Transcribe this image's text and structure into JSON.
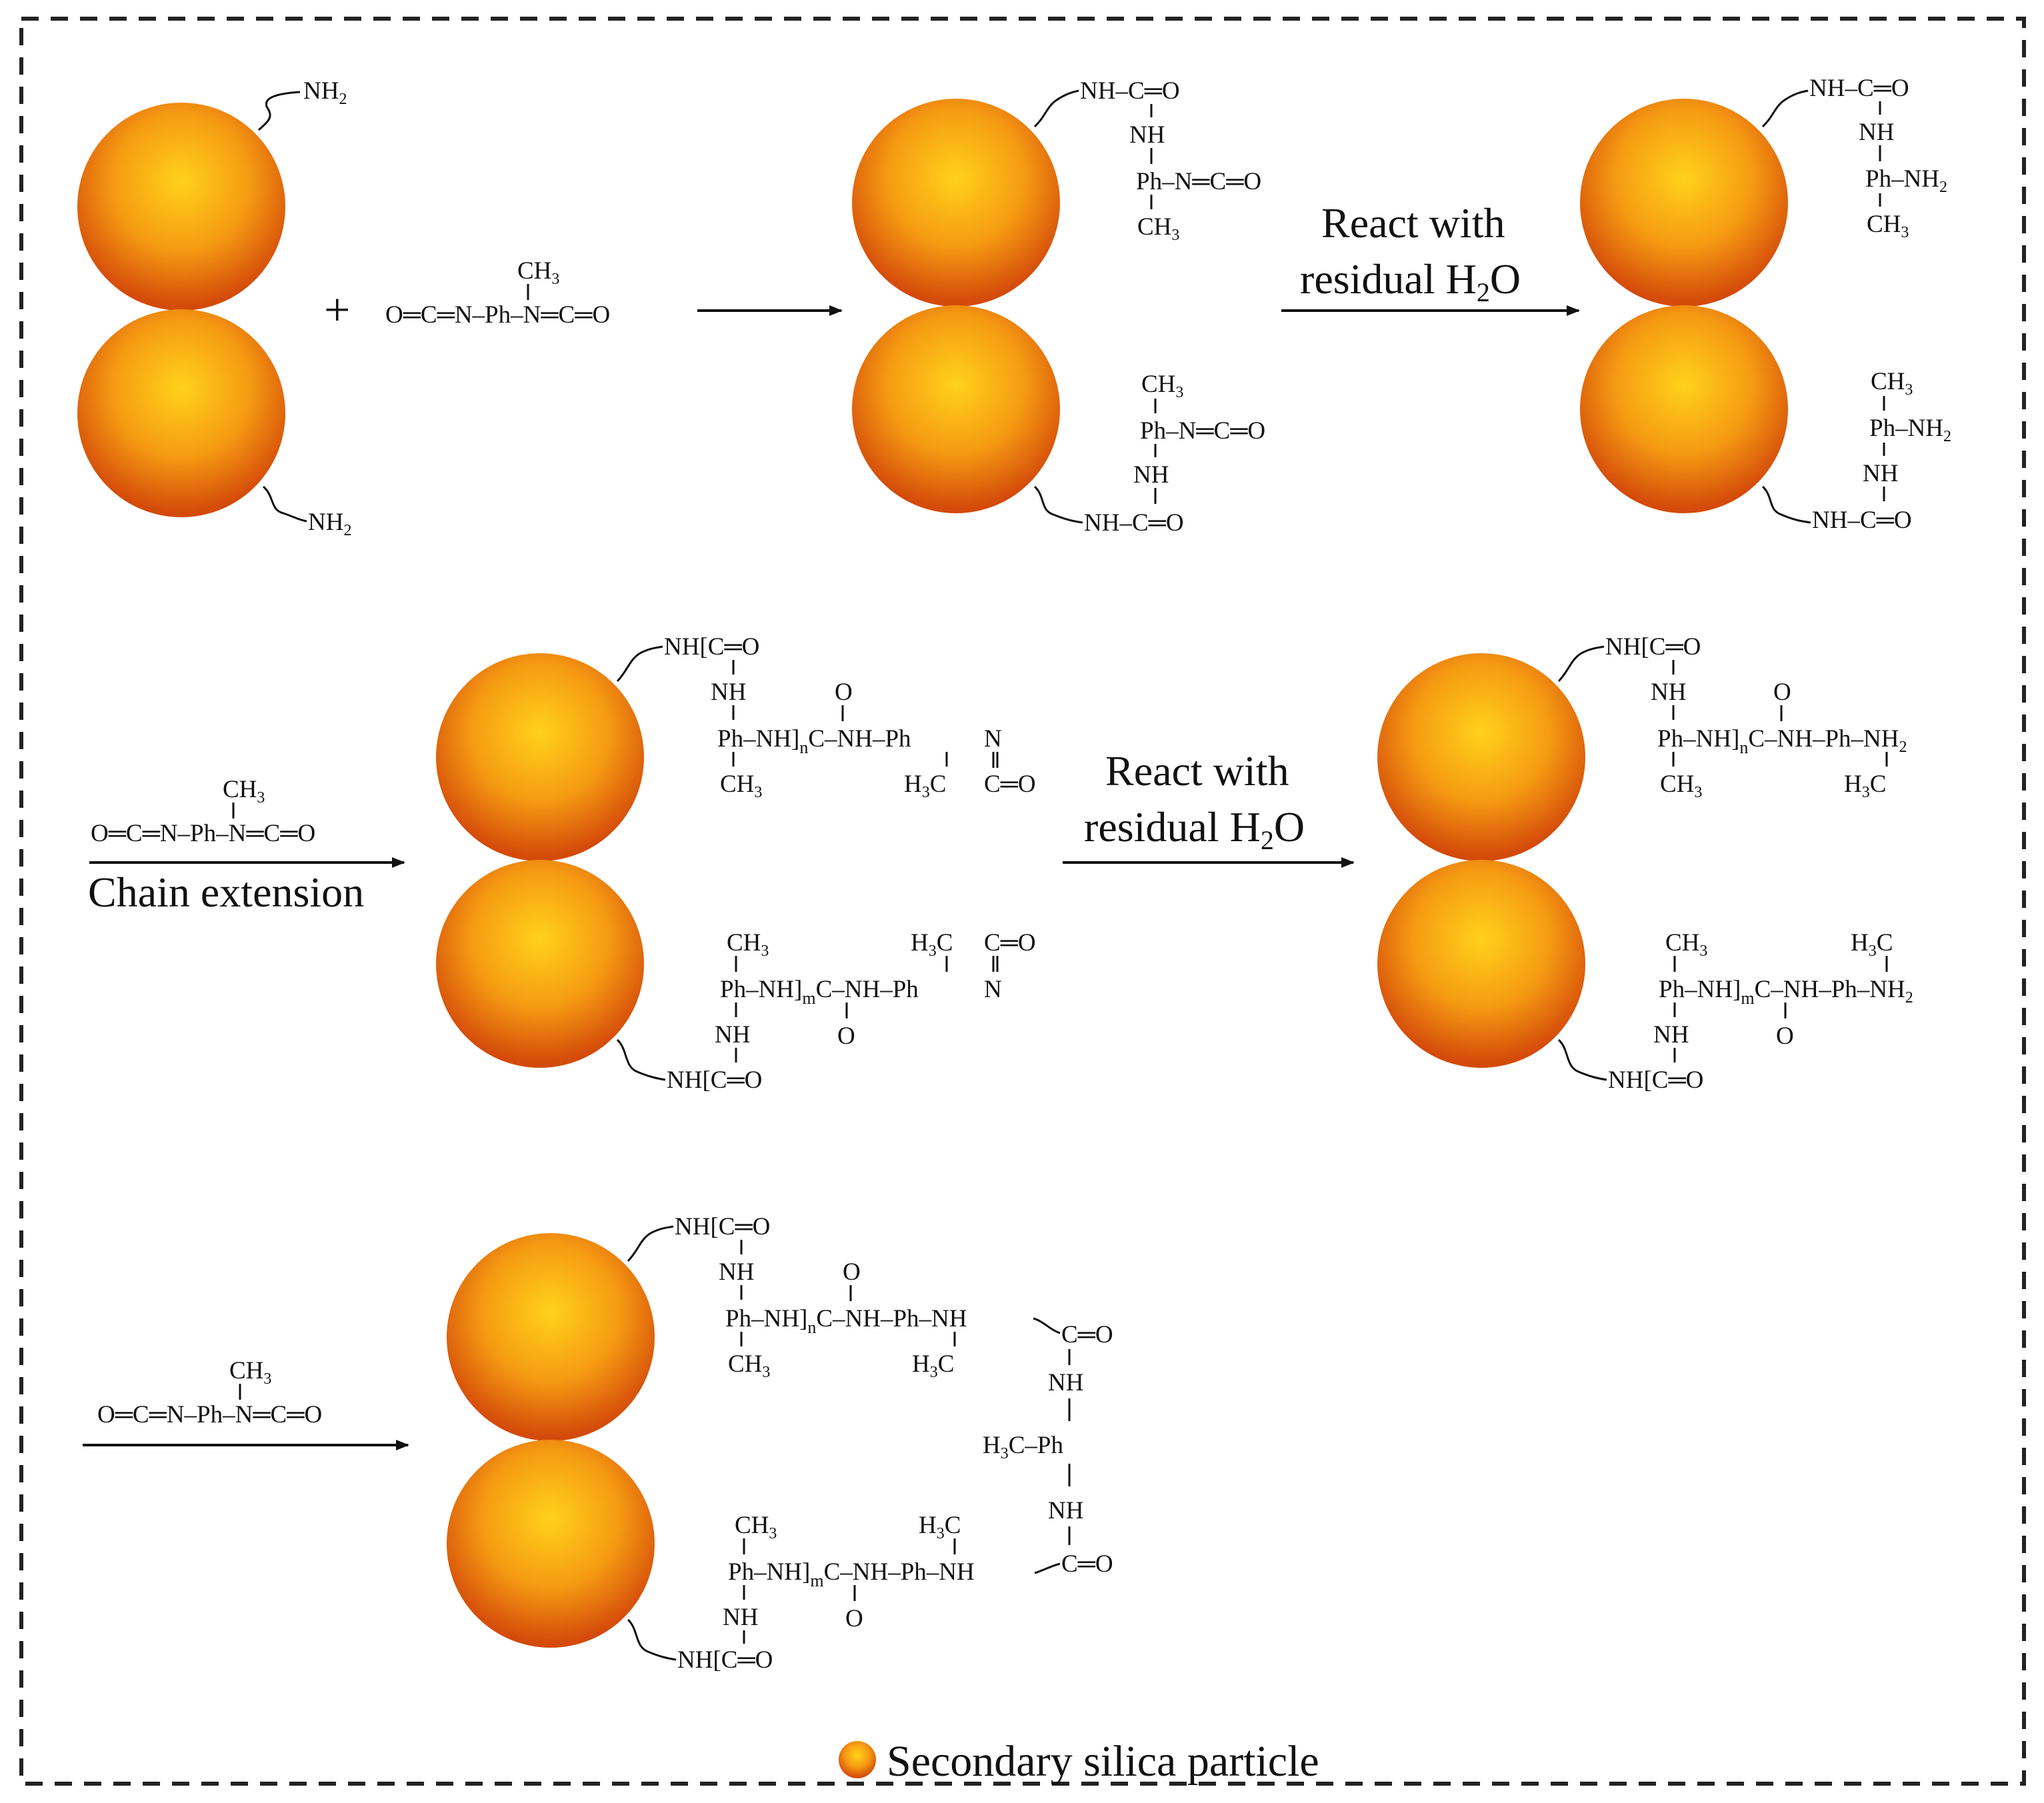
{
  "colors": {
    "particle_center": "#ffd21a",
    "particle_edge": "#d44a0a",
    "line": "#111111",
    "border": "#222222"
  },
  "legend": {
    "text": "Secondary silica particle"
  },
  "arrows": {
    "react_line1": "React with",
    "react_line2_prefix": "residual H",
    "react_line2_sub": "2",
    "react_line2_suffix": "O",
    "chain_extension": "Chain extension"
  },
  "tdi": {
    "ch3_prefix": "CH",
    "ch3_sub": "3",
    "formula": "O═C═N–Ph–N═C═O"
  },
  "stage1": {
    "nh2_prefix": "NH",
    "nh2_sub": "2",
    "plus": "+"
  },
  "stage2": {
    "nh_c_o": "NH–C═O",
    "nh": "NH",
    "ph_nco": "Ph–N═C═O",
    "ch3_prefix": "CH",
    "ch3_sub": "3"
  },
  "stage3": {
    "nh_c_o": "NH–C═O",
    "nh": "NH",
    "ph_nh2_prefix": "Ph–NH",
    "nh2_sub": "2",
    "ch3_prefix": "CH",
    "ch3_sub": "3"
  },
  "stage4": {
    "nh_c_o": "NH[C═O",
    "nh": "NH",
    "o": "O",
    "ph_nh_n": "Ph–NH]",
    "n_sub": "n",
    "m_sub": "m",
    "c_nh_ph": "C–NH–Ph",
    "n_atom": "N",
    "c_o": "C═O",
    "ch3_prefix": "CH",
    "ch3_sub": "3",
    "h3c_prefix": "H",
    "h3c_sub": "3",
    "h3c_suffix": "C",
    "nh2_prefix": "NH",
    "nh2_sub": "2"
  },
  "stage6": {
    "nh_c_o": "NH[C═O",
    "nh": "NH",
    "o": "O",
    "ph_nh": "Ph–NH]",
    "c_nh_ph_nh": "C–NH–Ph–NH",
    "c_o": "C═O",
    "h3c_ph": "C–Ph",
    "n_sub": "n",
    "m_sub": "m",
    "ch3_prefix": "CH",
    "ch3_sub": "3",
    "h3c_prefix": "H",
    "h3c_sub": "3",
    "h3c_suffix": "C"
  }
}
